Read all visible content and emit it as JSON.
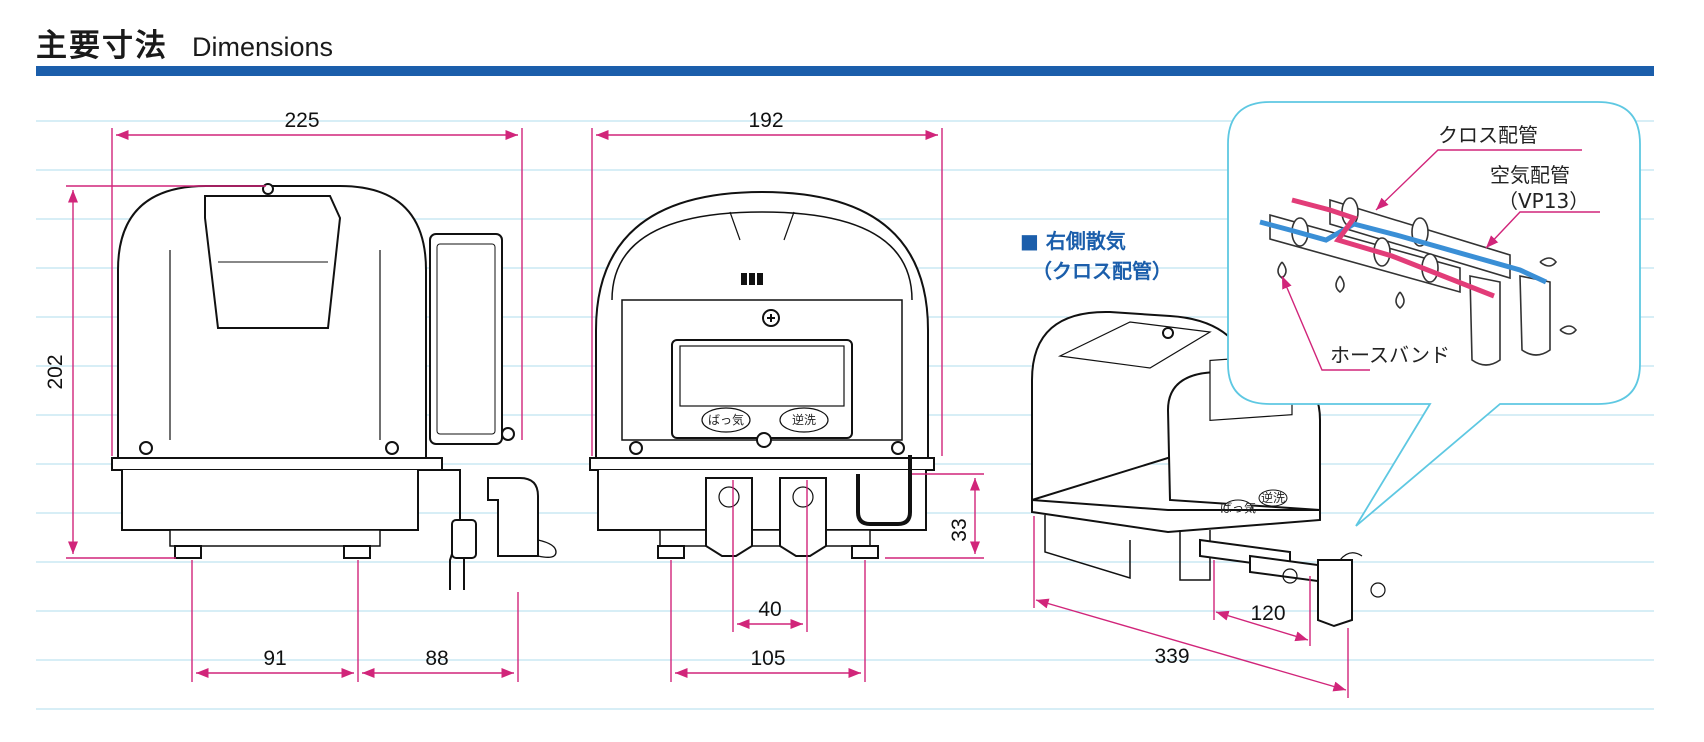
{
  "header": {
    "title_jp": "主要寸法",
    "title_en": "Dimensions"
  },
  "colors": {
    "accent_bar": "#1b5eab",
    "dimension_lines": "#d1257a",
    "grid_lines": "#bfe3f1",
    "callout_border": "#5ec8e2",
    "air_pipe": "#3a8fd6",
    "cross_pipe": "#e23c78"
  },
  "side_view": {
    "width": "225",
    "height": "202",
    "foot_spacing": "91",
    "outlet_offset": "88"
  },
  "front_view": {
    "width": "192",
    "outlet_spacing": "40",
    "foot_spacing": "105",
    "outlet_height": "33",
    "button_left": "ばっ気",
    "button_right": "逆洗"
  },
  "iso_view": {
    "label_line1": "■ 右側散気",
    "label_line2": "（クロス配管）",
    "length": "339",
    "pipe_spacing": "120",
    "button_left": "ばっ気",
    "button_right": "逆洗"
  },
  "callout": {
    "cross_pipe": "クロス配管",
    "air_pipe": "空気配管",
    "air_pipe_spec": "（VP13）",
    "hose_band": "ホースバンド"
  }
}
